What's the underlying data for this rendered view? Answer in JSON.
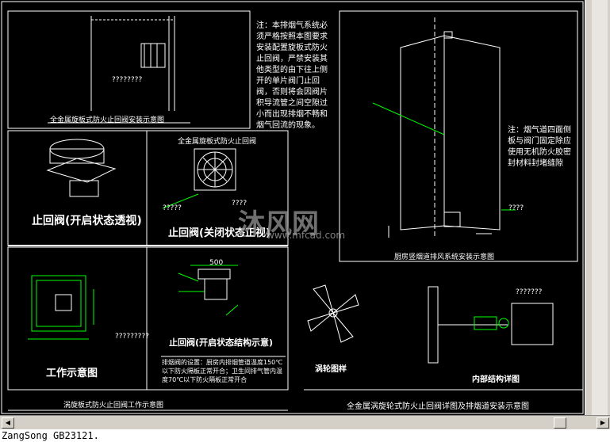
{
  "drawing": {
    "top_caption": "全金属旋板式防火止回阀安装示意图",
    "top_note": "注：本排烟气系统必须严格按照本图要求安装配置旋板式防火止回阀，严禁安装其他类型的由下往上侧开的单片阀门止回阀，否则将会因阀片积导流管之间空隙过小而出现排烟不畅和烟气回流的现象。",
    "right_caption": "厨房竖烟道排风系统安装示意图",
    "right_note": "注：烟气道四面侧板与阀门固定除应使用无机防火胶密封材料封堵缝隙",
    "panel_open_view": "止回阀(开启状态透视)",
    "panel_closed_view": "止回阀(关闭状态正视)",
    "panel_closed_header": "全金属旋板式防火止回阀",
    "panel_structure_view": "止回阀(开启状态结构示意)",
    "panel_work": "工作示意图",
    "panel_fan": "涡轮图样",
    "panel_inner": "内部结构详图",
    "bottom_left_caption": "涡旋板式防火止回阀工作示意图",
    "bottom_right_caption": "全金属涡旋轮式防火止回阀详图及排烟道安装示意图",
    "spec_note": "排烟阀的设置：厨房内排烟管道温度150℃以下防火隔板正常开合；卫生间排气管内温度70℃以下防火隔板正常开合",
    "dim_500": "500",
    "placeholder_labels": [
      "????",
      "????????",
      "?????",
      "????",
      "?????????",
      "???????"
    ]
  },
  "watermark": {
    "brand": "沐风网",
    "url": "www.mfcad.com"
  },
  "command_line": {
    "text": "ZangSong GB23121."
  },
  "colors": {
    "lines": "#ffffff",
    "dims": "#00ff00",
    "leaders": "#00ff00",
    "accent": "#ff0000",
    "background": "#000000"
  }
}
